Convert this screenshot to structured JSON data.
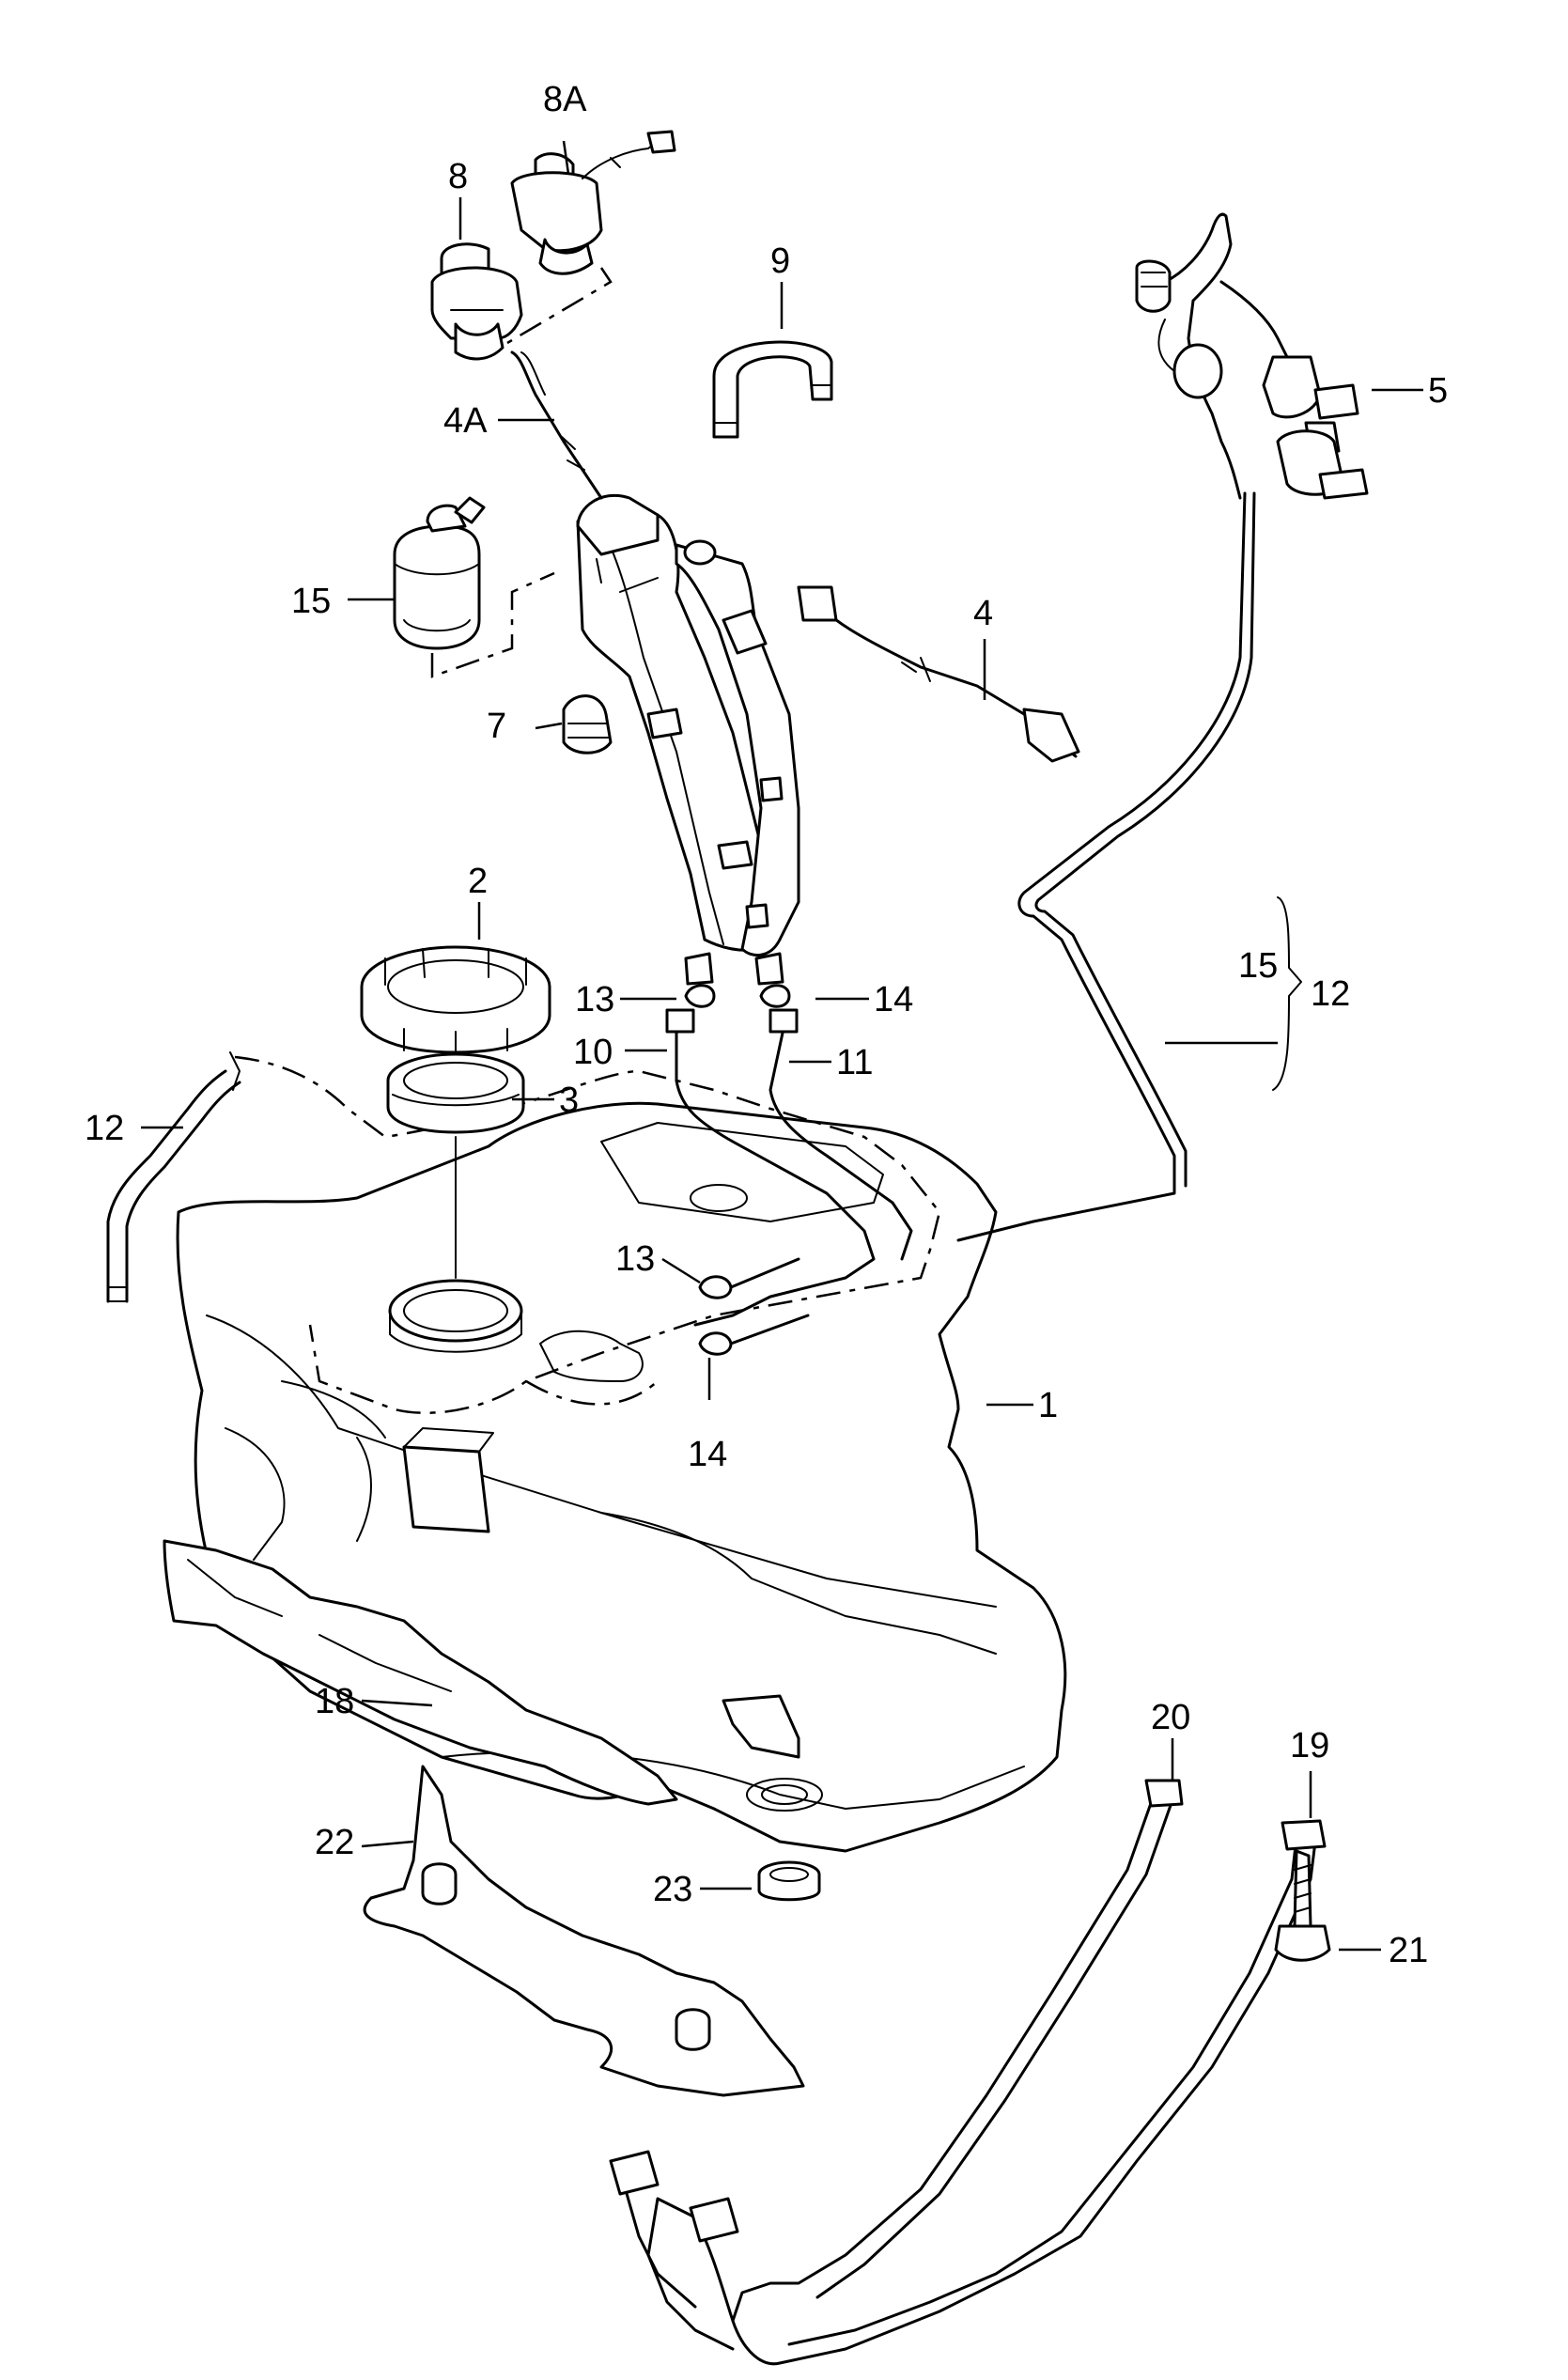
{
  "callouts": {
    "c1": "1",
    "c2": "2",
    "c3": "3",
    "c4": "4",
    "c4a": "4A",
    "c5": "5",
    "c7": "7",
    "c8": "8",
    "c8a": "8A",
    "c9": "9",
    "c10": "10",
    "c11": "11",
    "c12a": "12",
    "c12b": "12",
    "c13a": "13",
    "c13b": "13",
    "c14a": "14",
    "c14b": "14",
    "c15a": "15",
    "c15b": "15",
    "c18": "18",
    "c19": "19",
    "c20": "20",
    "c21": "21",
    "c22": "22",
    "c23": "23"
  }
}
